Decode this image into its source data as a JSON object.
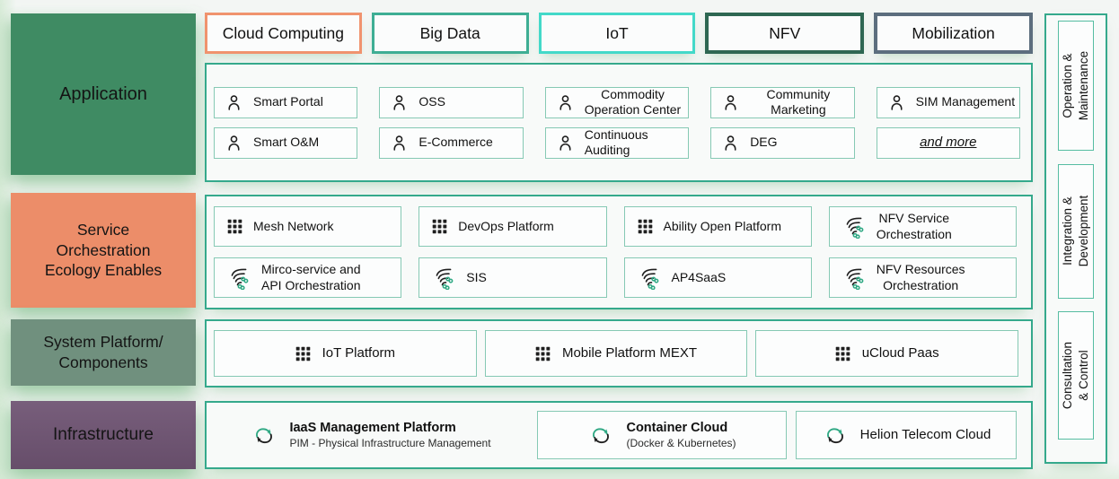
{
  "left_labels": [
    {
      "label": "Application",
      "color": "#3F8B63"
    },
    {
      "label": [
        "Service",
        "Orchestration",
        "Ecology Enables"
      ],
      "color": "#EC8D69"
    },
    {
      "label": [
        "System Platform/",
        "Components"
      ],
      "color": "#70907E"
    },
    {
      "label": "Infrastructure",
      "color": "#6F5473"
    }
  ],
  "top_categories": [
    {
      "label": "Cloud Computing",
      "border_color": "#F0936E"
    },
    {
      "label": "Big Data",
      "border_color": "#3EAE94"
    },
    {
      "label": "IoT",
      "border_color": "#43D9C9"
    },
    {
      "label": "NFV",
      "border_color": "#2E6752"
    },
    {
      "label": "Mobilization",
      "border_color": "#5C6E7E"
    }
  ],
  "application": {
    "items": [
      {
        "label": "Smart Portal",
        "icon": "person"
      },
      {
        "label": "OSS",
        "icon": "person"
      },
      {
        "label": [
          "Commodity",
          "Operation Center"
        ],
        "icon": "person"
      },
      {
        "label": [
          "Community",
          "Marketing"
        ],
        "icon": "person"
      },
      {
        "label": "SIM Management",
        "icon": "person"
      },
      {
        "label": "Smart O&M",
        "icon": "person"
      },
      {
        "label": "E-Commerce",
        "icon": "person"
      },
      {
        "label": "Continuous Auditing",
        "icon": "person"
      },
      {
        "label": "DEG",
        "icon": "person"
      },
      {
        "label": "and more",
        "icon": "none"
      }
    ]
  },
  "service": {
    "items": [
      {
        "label": "Mesh Network",
        "icon": "dots-grid"
      },
      {
        "label": "DevOps Platform",
        "icon": "dots-grid"
      },
      {
        "label": "Ability Open Platform",
        "icon": "dots-grid"
      },
      {
        "label": [
          "NFV Service",
          "Orchestration"
        ],
        "icon": "orchestration-wave"
      },
      {
        "label": [
          "Mirco-service and",
          "API Orchestration"
        ],
        "icon": "orchestration-wave"
      },
      {
        "label": "SIS",
        "icon": "orchestration-wave"
      },
      {
        "label": "AP4SaaS",
        "icon": "orchestration-wave"
      },
      {
        "label": [
          "NFV Resources",
          "Orchestration"
        ],
        "icon": "orchestration-wave"
      }
    ]
  },
  "system": {
    "items": [
      {
        "label": "IoT Platform",
        "icon": "dots-grid"
      },
      {
        "label": "Mobile Platform MEXT",
        "icon": "dots-grid"
      },
      {
        "label": "uCloud Paas",
        "icon": "dots-grid"
      }
    ]
  },
  "infrastructure": {
    "items": [
      {
        "title": "IaaS Management Platform",
        "subtitle": "PIM - Physical Infrastructure Management",
        "icon": "cloud-sync"
      },
      {
        "title": "Container Cloud",
        "subtitle": "(Docker & Kubernetes)",
        "icon": "cloud-sync"
      },
      {
        "title": "Helion Telecom Cloud",
        "icon": "cloud-sync"
      }
    ]
  },
  "sidebar": {
    "items": [
      {
        "label": [
          "Operation &",
          "Maintenance"
        ]
      },
      {
        "label": [
          "Integration &",
          "Development"
        ]
      },
      {
        "label": [
          "Consultation & Control"
        ]
      }
    ]
  },
  "colors": {
    "container_border": "#35A98C",
    "item_border": "#86C9B4",
    "sidebar_item_border": "#56BDA2",
    "icon_green": "#2EA883",
    "icon_black": "#1F1F1F",
    "text": "#111111",
    "box_bg": "#FBFCFC",
    "page_bg": "#F3F6F4"
  }
}
